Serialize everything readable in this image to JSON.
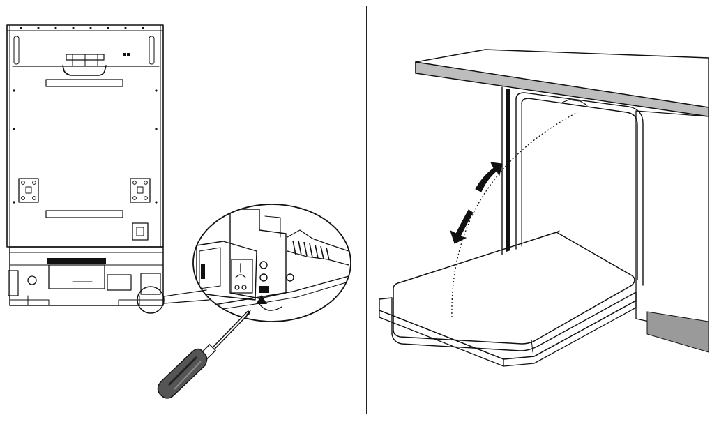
{
  "figure": {
    "left_panel": {
      "items": [
        "dishwasher-rear-view",
        "magnified-hinge-detail",
        "screwdriver"
      ]
    },
    "right_panel": {
      "items": [
        "countertop",
        "door-opening-arc",
        "tension-arrows"
      ]
    },
    "colors": {
      "line": "#111111",
      "cabinet_shade": "#9a9a9a",
      "screwdriver_handle": "#555555",
      "countertop_edge": "#bdbdbd"
    }
  }
}
